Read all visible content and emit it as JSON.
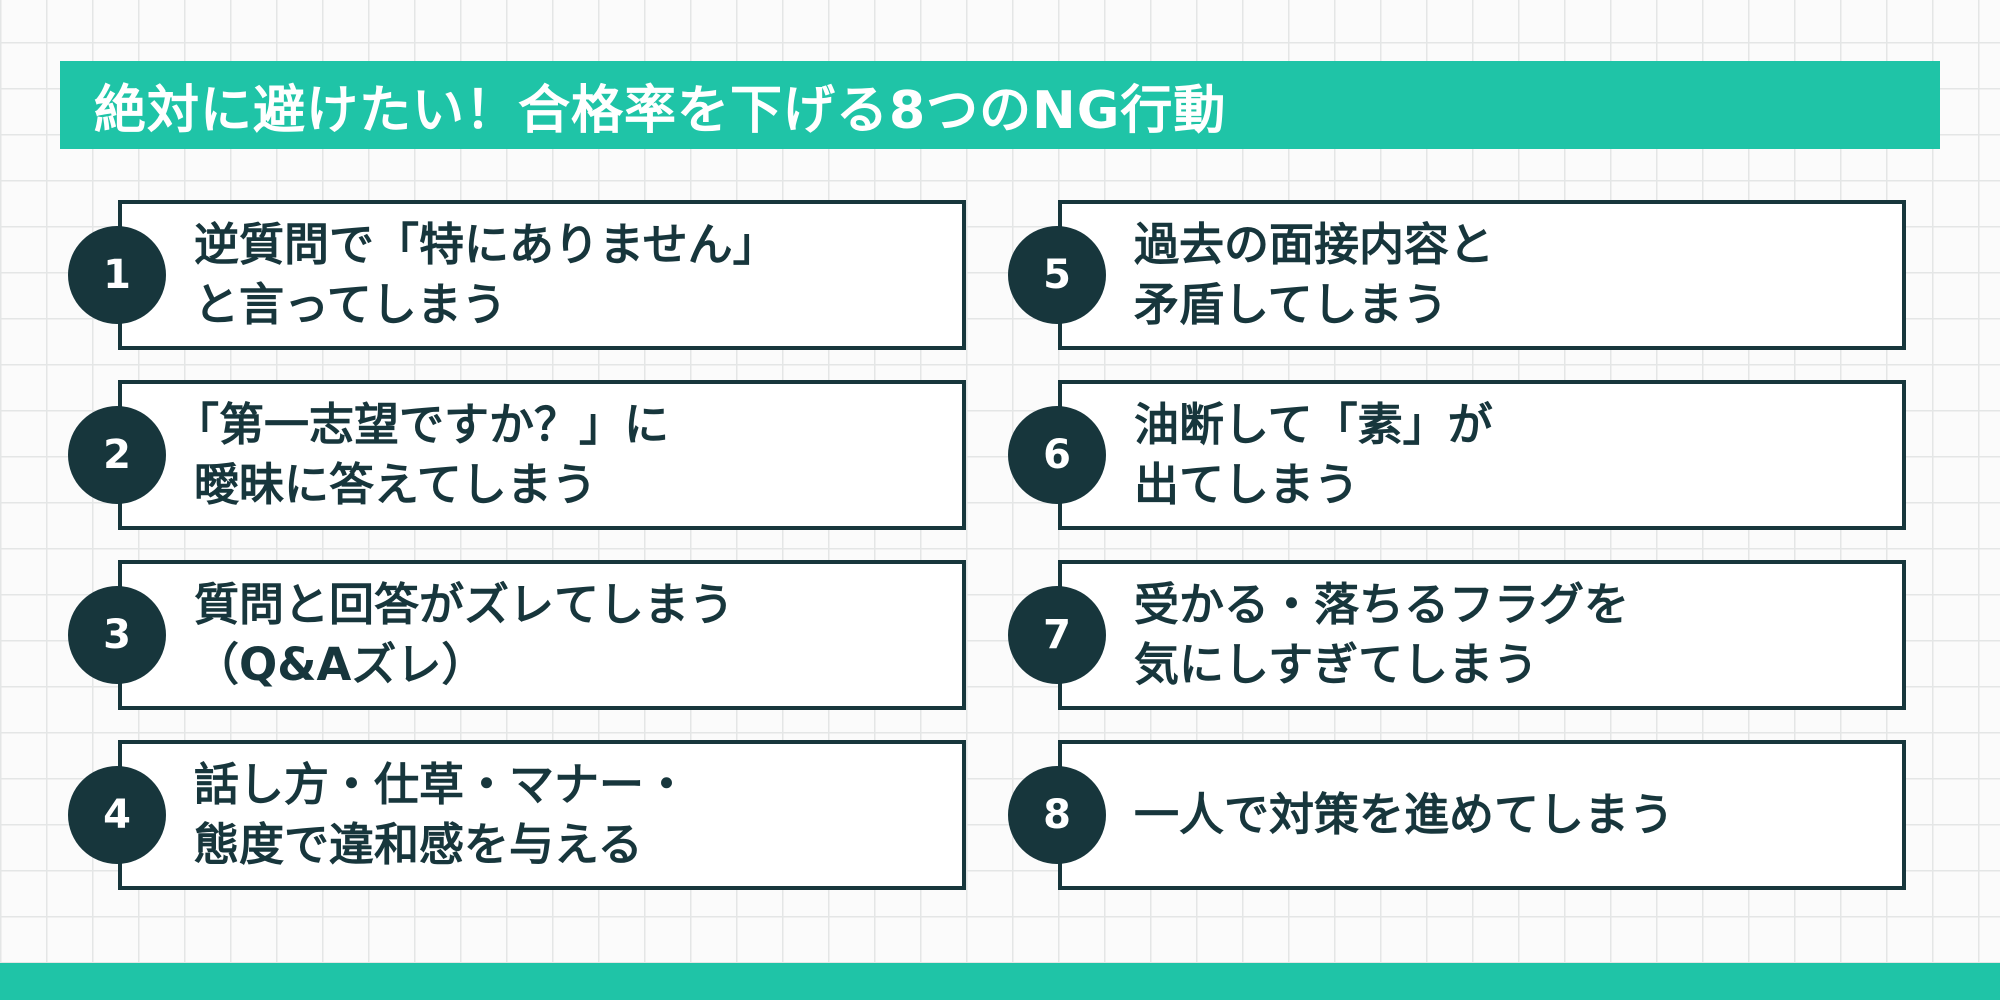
{
  "title": "絶対に避けたい！合格率を下げる8つのNG行動",
  "colors": {
    "accent": "#1fc4a7",
    "dark": "#17363c",
    "card_bg": "#ffffff",
    "background": "#fbfbfb",
    "grid": "#e4e6e6"
  },
  "items": [
    {
      "number": "1",
      "line1": "逆質問で「特にありません」",
      "line2": "と言ってしまう"
    },
    {
      "number": "2",
      "line1": "「第一志望ですか？」に",
      "line2": "曖昧に答えてしまう"
    },
    {
      "number": "3",
      "line1": "質問と回答がズレてしまう",
      "line2": "（Q&Aズレ）"
    },
    {
      "number": "4",
      "line1": "話し方・仕草・マナー・",
      "line2": "態度で違和感を与える"
    },
    {
      "number": "5",
      "line1": "過去の面接内容と",
      "line2": "矛盾してしまう"
    },
    {
      "number": "6",
      "line1": "油断して「素」が",
      "line2": "出てしまう"
    },
    {
      "number": "7",
      "line1": "受かる・落ちるフラグを",
      "line2": "気にしすぎてしまう"
    },
    {
      "number": "8",
      "line1": "一人で対策を進めてしまう",
      "line2": ""
    }
  ]
}
